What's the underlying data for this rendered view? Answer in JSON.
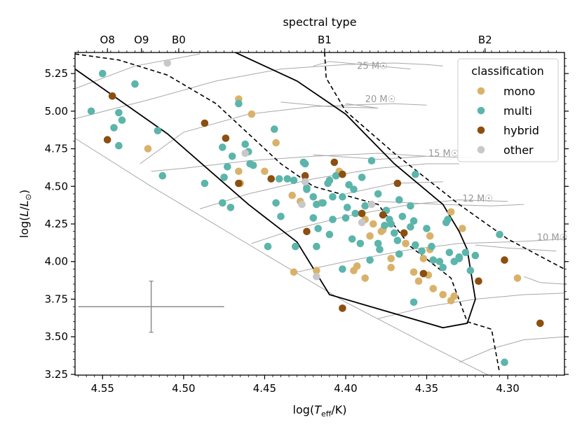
{
  "chart_data": {
    "type": "scatter",
    "xlabel": "log(T_eff/K)",
    "ylabel": "log(L/L_⊙)",
    "top_axis_label": "spectral type",
    "xlim": [
      4.567,
      4.265
    ],
    "ylim": [
      3.245,
      5.39
    ],
    "x_ticks": [
      4.55,
      4.5,
      4.45,
      4.4,
      4.35,
      4.3
    ],
    "x_tick_labels": [
      "4.55",
      "4.50",
      "4.45",
      "4.40",
      "4.35",
      "4.30"
    ],
    "y_ticks": [
      3.25,
      3.5,
      3.75,
      4.0,
      4.25,
      4.5,
      4.75,
      5.0,
      5.25
    ],
    "y_tick_labels": [
      "3.25",
      "3.50",
      "3.75",
      "4.00",
      "4.25",
      "4.50",
      "4.75",
      "5.00",
      "5.25"
    ],
    "top_ticks": [
      {
        "label": "O8",
        "x": 4.547
      },
      {
        "label": "O9",
        "x": 4.526
      },
      {
        "label": "B0",
        "x": 4.503
      },
      {
        "label": "B1",
        "x": 4.413
      },
      {
        "label": "B2",
        "x": 4.314
      }
    ],
    "legend": {
      "title": "classification",
      "position": "top-right",
      "entries": [
        {
          "key": "mono",
          "label": "mono",
          "color": "#d9b26a"
        },
        {
          "key": "multi",
          "label": "multi",
          "color": "#5bb5ab"
        },
        {
          "key": "hybrid",
          "label": "hybrid",
          "color": "#8c4f10"
        },
        {
          "key": "other",
          "label": "other",
          "color": "#c8c8c8"
        }
      ]
    },
    "mass_labels": [
      {
        "text": "25 M☉",
        "x": 4.393,
        "y": 5.28
      },
      {
        "text": "20 M☉",
        "x": 4.388,
        "y": 5.06
      },
      {
        "text": "15 M☉",
        "x": 4.349,
        "y": 4.7
      },
      {
        "text": "12 M☉",
        "x": 4.328,
        "y": 4.4
      },
      {
        "text": "10 M☉",
        "x": 4.282,
        "y": 4.14
      }
    ],
    "error_bar": {
      "x": 4.52,
      "y": 3.7,
      "xerr": 0.045,
      "yerr": 0.17
    },
    "series": [
      {
        "name": "mono",
        "color": "#d9b26a",
        "points": [
          [
            4.466,
            5.08
          ],
          [
            4.458,
            4.98
          ],
          [
            4.522,
            4.75
          ],
          [
            4.466,
            4.6
          ],
          [
            4.465,
            4.52
          ],
          [
            4.45,
            4.6
          ],
          [
            4.443,
            4.79
          ],
          [
            4.428,
            4.4
          ],
          [
            4.404,
            4.6
          ],
          [
            4.415,
            4.39
          ],
          [
            4.433,
            4.44
          ],
          [
            4.388,
            4.28
          ],
          [
            4.383,
            4.25
          ],
          [
            4.385,
            4.17
          ],
          [
            4.39,
            4.32
          ],
          [
            4.378,
            4.2
          ],
          [
            4.372,
            4.02
          ],
          [
            4.372,
            3.96
          ],
          [
            4.393,
            3.97
          ],
          [
            4.395,
            3.94
          ],
          [
            4.388,
            3.89
          ],
          [
            4.348,
            4.17
          ],
          [
            4.352,
            4.02
          ],
          [
            4.363,
            4.12
          ],
          [
            4.348,
            4.08
          ],
          [
            4.358,
            3.93
          ],
          [
            4.355,
            3.87
          ],
          [
            4.34,
            3.78
          ],
          [
            4.335,
            3.74
          ],
          [
            4.333,
            3.77
          ],
          [
            4.335,
            4.33
          ],
          [
            4.328,
            4.22
          ],
          [
            4.349,
            3.91
          ],
          [
            4.346,
            3.82
          ],
          [
            4.418,
            3.94
          ],
          [
            4.432,
            3.93
          ],
          [
            4.377,
            4.21
          ],
          [
            4.294,
            3.89
          ]
        ]
      },
      {
        "name": "multi",
        "color": "#5bb5ab",
        "points": [
          [
            4.55,
            5.25
          ],
          [
            4.557,
            5.0
          ],
          [
            4.544,
            5.1
          ],
          [
            4.53,
            5.18
          ],
          [
            4.54,
            4.99
          ],
          [
            4.543,
            4.89
          ],
          [
            4.538,
            4.94
          ],
          [
            4.54,
            4.77
          ],
          [
            4.516,
            4.87
          ],
          [
            4.513,
            4.57
          ],
          [
            4.487,
            4.52
          ],
          [
            4.476,
            4.76
          ],
          [
            4.473,
            4.63
          ],
          [
            4.475,
            4.56
          ],
          [
            4.476,
            4.39
          ],
          [
            4.471,
            4.36
          ],
          [
            4.47,
            4.7
          ],
          [
            4.466,
            5.05
          ],
          [
            4.462,
            4.78
          ],
          [
            4.459,
            4.65
          ],
          [
            4.46,
            4.73
          ],
          [
            4.457,
            4.64
          ],
          [
            4.441,
            4.55
          ],
          [
            4.444,
            4.88
          ],
          [
            4.443,
            4.39
          ],
          [
            4.436,
            4.55
          ],
          [
            4.432,
            4.54
          ],
          [
            4.426,
            4.66
          ],
          [
            4.425,
            4.65
          ],
          [
            4.424,
            4.49
          ],
          [
            4.424,
            4.48
          ],
          [
            4.42,
            4.43
          ],
          [
            4.418,
            4.38
          ],
          [
            4.414,
            4.39
          ],
          [
            4.41,
            4.54
          ],
          [
            4.408,
            4.43
          ],
          [
            4.406,
            4.57
          ],
          [
            4.402,
            4.43
          ],
          [
            4.399,
            4.36
          ],
          [
            4.395,
            4.48
          ],
          [
            4.394,
            4.32
          ],
          [
            4.39,
            4.56
          ],
          [
            4.388,
            4.37
          ],
          [
            4.384,
            4.67
          ],
          [
            4.38,
            4.45
          ],
          [
            4.375,
            4.34
          ],
          [
            4.373,
            4.28
          ],
          [
            4.372,
            4.25
          ],
          [
            4.37,
            4.19
          ],
          [
            4.368,
            4.14
          ],
          [
            4.365,
            4.3
          ],
          [
            4.36,
            4.37
          ],
          [
            4.36,
            4.23
          ],
          [
            4.357,
            4.11
          ],
          [
            4.353,
            4.07
          ],
          [
            4.347,
            4.1
          ],
          [
            4.346,
            4.01
          ],
          [
            4.342,
            4.0
          ],
          [
            4.34,
            3.96
          ],
          [
            4.336,
            4.06
          ],
          [
            4.33,
            4.02
          ],
          [
            4.326,
            4.06
          ],
          [
            4.323,
            3.94
          ],
          [
            4.32,
            4.04
          ],
          [
            4.305,
            4.18
          ],
          [
            4.302,
            3.33
          ],
          [
            4.358,
            3.73
          ],
          [
            4.408,
            4.28
          ],
          [
            4.396,
            4.15
          ],
          [
            4.391,
            4.12
          ],
          [
            4.448,
            4.1
          ],
          [
            4.431,
            4.1
          ],
          [
            4.418,
            4.1
          ],
          [
            4.402,
            3.95
          ],
          [
            4.385,
            4.01
          ],
          [
            4.376,
            4.24
          ],
          [
            4.38,
            4.12
          ],
          [
            4.358,
            4.27
          ],
          [
            4.44,
            4.3
          ],
          [
            4.417,
            4.22
          ],
          [
            4.41,
            4.18
          ],
          [
            4.367,
            4.41
          ],
          [
            4.398,
            4.51
          ],
          [
            4.357,
            4.58
          ],
          [
            4.411,
            4.52
          ],
          [
            4.379,
            4.08
          ],
          [
            4.367,
            4.05
          ],
          [
            4.35,
            4.22
          ],
          [
            4.338,
            4.26
          ],
          [
            4.337,
            4.28
          ],
          [
            4.33,
            4.03
          ],
          [
            4.333,
            4.0
          ],
          [
            4.42,
            4.29
          ],
          [
            4.4,
            4.29
          ]
        ]
      },
      {
        "name": "hybrid",
        "color": "#8c4f10",
        "points": [
          [
            4.547,
            4.81
          ],
          [
            4.544,
            5.1
          ],
          [
            4.487,
            4.92
          ],
          [
            4.474,
            4.82
          ],
          [
            4.466,
            4.52
          ],
          [
            4.446,
            4.55
          ],
          [
            4.425,
            4.57
          ],
          [
            4.407,
            4.66
          ],
          [
            4.402,
            4.58
          ],
          [
            4.39,
            4.32
          ],
          [
            4.368,
            4.52
          ],
          [
            4.364,
            4.19
          ],
          [
            4.352,
            3.92
          ],
          [
            4.318,
            3.87
          ],
          [
            4.302,
            4.01
          ],
          [
            4.28,
            3.59
          ],
          [
            4.402,
            3.69
          ],
          [
            4.377,
            4.31
          ],
          [
            4.424,
            4.2
          ]
        ]
      },
      {
        "name": "other",
        "color": "#c8c8c8",
        "points": [
          [
            4.51,
            5.32
          ],
          [
            4.418,
            3.9
          ],
          [
            4.425,
            4.53
          ],
          [
            4.427,
            4.38
          ],
          [
            4.462,
            4.72
          ],
          [
            4.384,
            4.38
          ],
          [
            4.39,
            4.26
          ]
        ]
      }
    ]
  }
}
